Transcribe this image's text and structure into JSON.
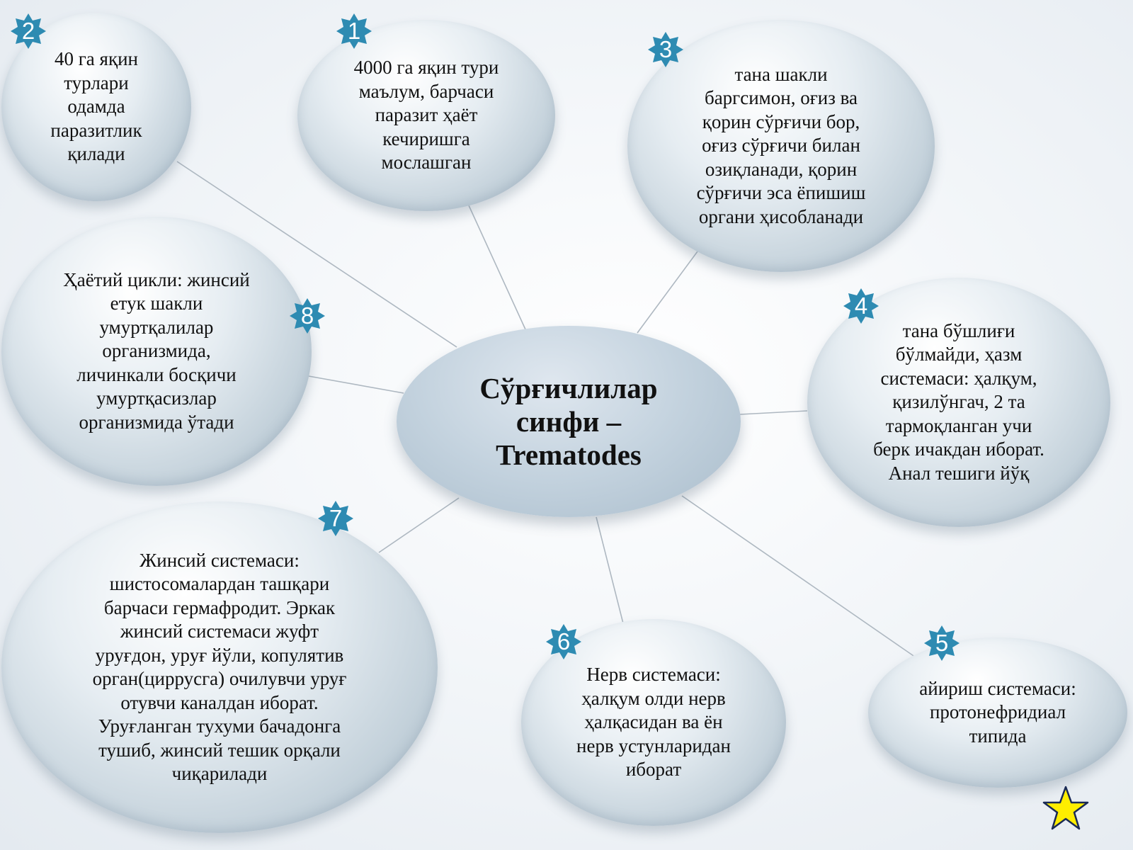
{
  "center": {
    "title": "Сўрғичлилар\nсинфи –\nTrematodes"
  },
  "nodes": [
    {
      "number": "1",
      "text": "4000 га яқин тури\nмаълум, барчаси\nпаразит ҳаёт\nкечиришга\nмослашган"
    },
    {
      "number": "2",
      "text": "40 га яқин\nтурлари\nодамда\nпаразитлик\nқилади"
    },
    {
      "number": "3",
      "text": "тана шакли\nбаргсимон, оғиз ва\nқорин сўрғичи бор,\nоғиз сўрғичи билан\nозиқланади, қорин\nсўрғичи эса ёпишиш\nоргани ҳисобланади"
    },
    {
      "number": "4",
      "text": "тана бўшлиғи\nбўлмайди, ҳазм\nсистемаси: ҳалқум,\nқизилўнгач, 2 та\nтармоқланган учи\nберк ичакдан иборат.\nАнал тешиги  йўқ"
    },
    {
      "number": "5",
      "text": "айириш системаси:\nпротонефридиал\nтипида"
    },
    {
      "number": "6",
      "text": "Нерв системаси:\nҳалқум олди нерв\nҳалқасидан ва ён\nнерв устунларидан\nиборат"
    },
    {
      "number": "7",
      "text": "Жинсий системаси:\nшистосомалардан ташқари\nбарчаси гермафродит. Эркак\nжинсий системаси жуфт\nуруғдон, уруғ йўли, копулятив\nорган(циррусга) очилувчи уруғ\nотувчи каналдан иборат.\nУруғланган тухуми бачадонга\nтушиб, жинсий тешик орқали\nчиқарилади"
    },
    {
      "number": "8",
      "text": "Ҳаётий цикли: жинсий\nетук шакли\nумуртқалилар\nорганизмида,\nличинкали босқичи\nумуртқасизлар\nорганизмида ўтади"
    }
  ],
  "colors": {
    "badge": "#2e8bb2",
    "bubble": "#b7c7d2",
    "connector": "#aeb8c1",
    "star": "#ffee00"
  },
  "icons": {
    "badge": "star-burst-icon",
    "corner": "star-icon"
  }
}
